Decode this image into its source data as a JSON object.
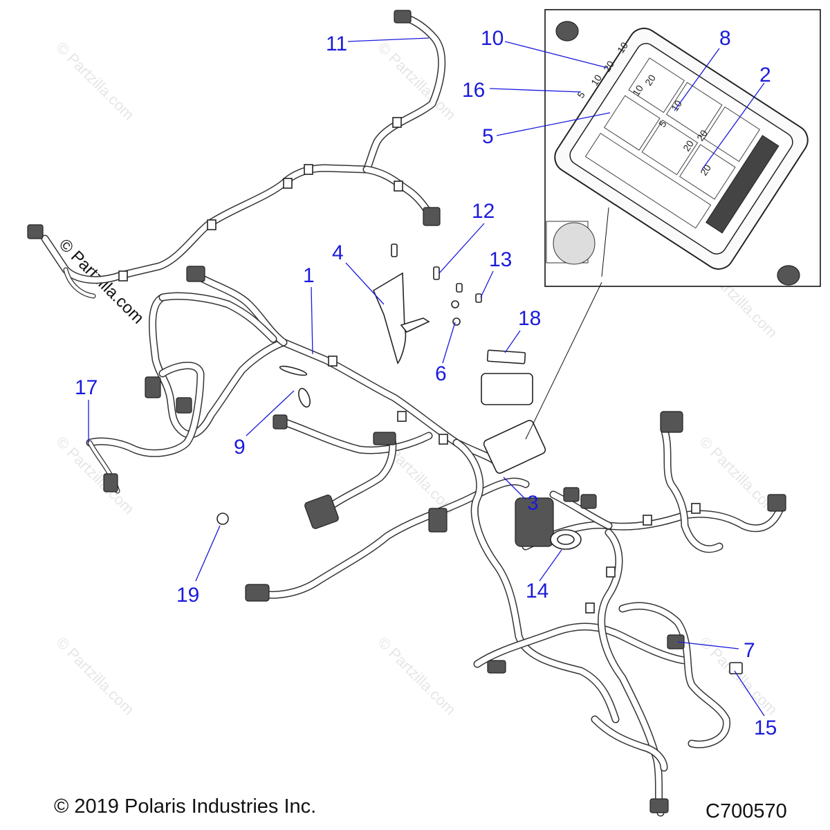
{
  "diagram": {
    "copyright": "© 2019 Polaris Industries Inc.",
    "code": "C700570",
    "watermark": "© Partzilla.com",
    "callouts": [
      "1",
      "2",
      "3",
      "4",
      "5",
      "6",
      "7",
      "8",
      "9",
      "10",
      "11",
      "12",
      "13",
      "14",
      "15",
      "16",
      "17",
      "18",
      "19"
    ],
    "fuse_labels": [
      "10",
      "20",
      "10",
      "5",
      "20",
      "10",
      "10",
      "20",
      "20",
      "20",
      "5"
    ]
  }
}
